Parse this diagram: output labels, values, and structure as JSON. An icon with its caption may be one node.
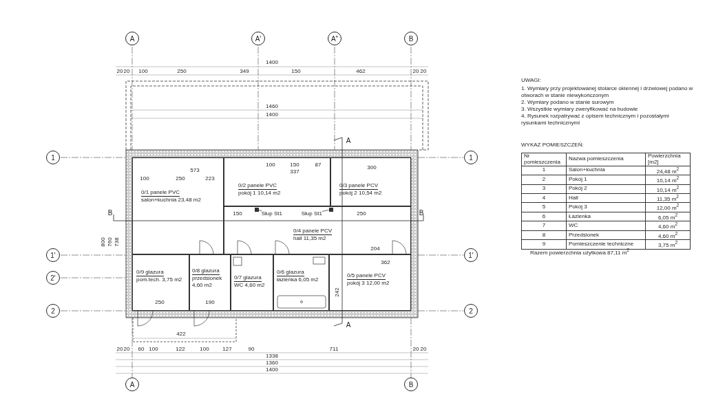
{
  "diagram": {
    "nodes": [
      {
        "text": [
          "0/1 panele PVC",
          "salon+kuchnia 23,48 m2"
        ]
      },
      {
        "text": [
          "0/2 panele PVC",
          "pokój 1 10,14 m2"
        ]
      },
      {
        "text": [
          "0/3 panele PCV",
          "pokój 2 10,54 m2"
        ]
      },
      {
        "text": [
          "0/4 panele PCV",
          "hall 11,35 m2"
        ]
      },
      {
        "text": [
          "0/9 glazura",
          "pom.tech. 3,75 m2"
        ]
      },
      {
        "text": [
          "0/8 glazura",
          "przedsionek 4,60 m2"
        ]
      },
      {
        "text": [
          "0/7 glazura",
          "WC 4,60 m2"
        ]
      },
      {
        "text": [
          "0/6 glazura",
          "łazienka 6,05 m2"
        ]
      },
      {
        "text": [
          "0/5 panele PCV",
          "pokój 3 12,00 m2"
        ]
      },
      {
        "text": [
          "Słup St1"
        ],
        "in": 3
      },
      {
        "text": [
          "Słup St1"
        ],
        "in": 3
      },
      {
        "text": [],
        "shape": "box",
        "in": 3
      },
      {
        "text": [],
        "shape": "box",
        "in": 3
      }
    ],
    "edges": [
      {
        "from": 9,
        "to": 11,
        "arrow": "none"
      },
      {
        "from": 10,
        "to": 12,
        "arrow": "none"
      }
    ],
    "labels": [
      "A",
      "A'",
      "A\"",
      "B",
      "1400",
      "20",
      "20",
      "100",
      "250",
      "349",
      "150",
      "462",
      "20",
      "20",
      "1460",
      "1400",
      "1",
      "1'",
      "2'",
      "2",
      "1",
      "1'",
      "2",
      "A",
      "B",
      "B",
      "A",
      "573",
      "100",
      "250",
      "223",
      "100",
      "150",
      "87",
      "337",
      "300",
      "150",
      "250",
      "204",
      "362",
      "242",
      "250",
      "190",
      "422",
      "20",
      "20",
      "60",
      "100",
      "122",
      "100",
      "127",
      "90",
      "711",
      "20",
      "20",
      "1338",
      "1360",
      "1400",
      "A",
      "B",
      "800",
      "760",
      "738",
      "UWAGI:",
      "1. Wymiary przy projektowanej stolarce okiennej i drzwiowej podano w otworach w stanie niewykończonym",
      "2. Wymiary podano w stanie surowym",
      "3. Wszystkie wymiary zweryfikować na budowie",
      "4. Rysunek rozpatrywać z opisem technicznym i pozostałymi rysunkami technicznymi",
      "WYKAZ POMIESZCZEŃ:",
      "Nr pomieszczenia",
      "Nazwa pomieszczenia",
      "Powierzchnia [m2]",
      "1",
      "Salon+kuchnia",
      "24,48 m$^{2}$",
      "2",
      "Pokój 1",
      "10,14 m$^{2}$",
      "3",
      "Pokój 2",
      "10,14 m$^{2}$",
      "4",
      "Hall",
      "11,35 m$^{2}$",
      "5",
      "Pokój 3",
      "12,00 m$^{2}$",
      "6",
      "Łazienka",
      "6,05 m$^{2}$",
      "7",
      "WC",
      "4,60 m$^{2}$",
      "8",
      "Przedsionek",
      "4,60 m$^{2}$",
      "9",
      "Pomieszczenie techniczne",
      "3,75 m$^{2}$",
      "Razem powierzchnia użytkowa 87,11 m$^{2}$"
    ]
  }
}
